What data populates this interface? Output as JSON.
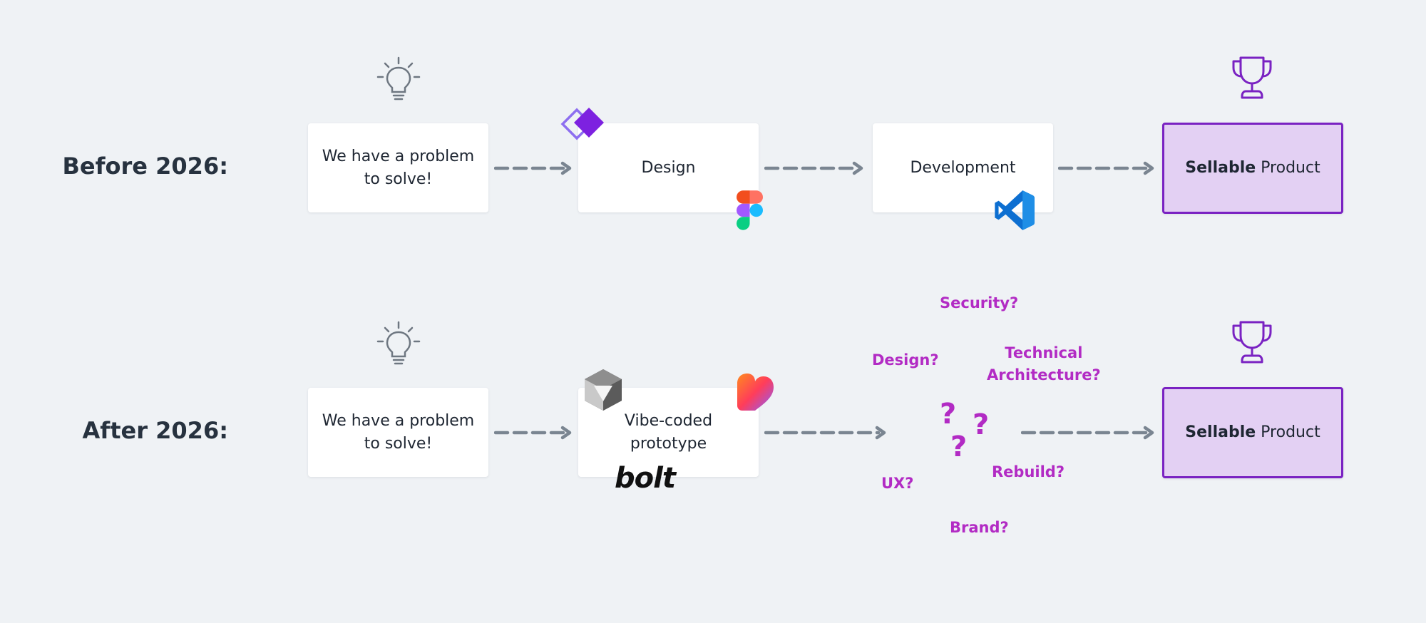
{
  "rows": {
    "before": {
      "label": "Before 2026:",
      "step1": "We have a problem to solve!",
      "step2": "Design",
      "step3": "Development",
      "final_bold": "Sellable",
      "final_rest": " Product"
    },
    "after": {
      "label": "After 2026:",
      "step1": "We have a problem to solve!",
      "step2": "Vibe-coded prototype",
      "bolt_logo": "bolt",
      "final_bold": "Sellable",
      "final_rest": " Product"
    }
  },
  "questions": {
    "security": "Security?",
    "design": "Design?",
    "technical": "Technical",
    "architecture": "Architecture?",
    "ux": "UX?",
    "rebuild": "Rebuild?",
    "brand": "Brand?",
    "qmark": "?"
  },
  "icons": {
    "idea": "lightbulb-icon",
    "goal": "trophy-icon",
    "design_tool": "diamond-logo-icon",
    "figma": "figma-logo-icon",
    "vscode": "vscode-logo-icon",
    "prototype_tool": "cube-logo-icon",
    "lovable": "heart-logo-icon",
    "bolt": "bolt-logo"
  },
  "colors": {
    "background": "#eff2f5",
    "arrow": "#7a8591",
    "accent_purple": "#7a22c2",
    "final_fill": "#e3d0f3",
    "question": "#b22bc4",
    "vscode_blue": "#0d6fd1"
  }
}
